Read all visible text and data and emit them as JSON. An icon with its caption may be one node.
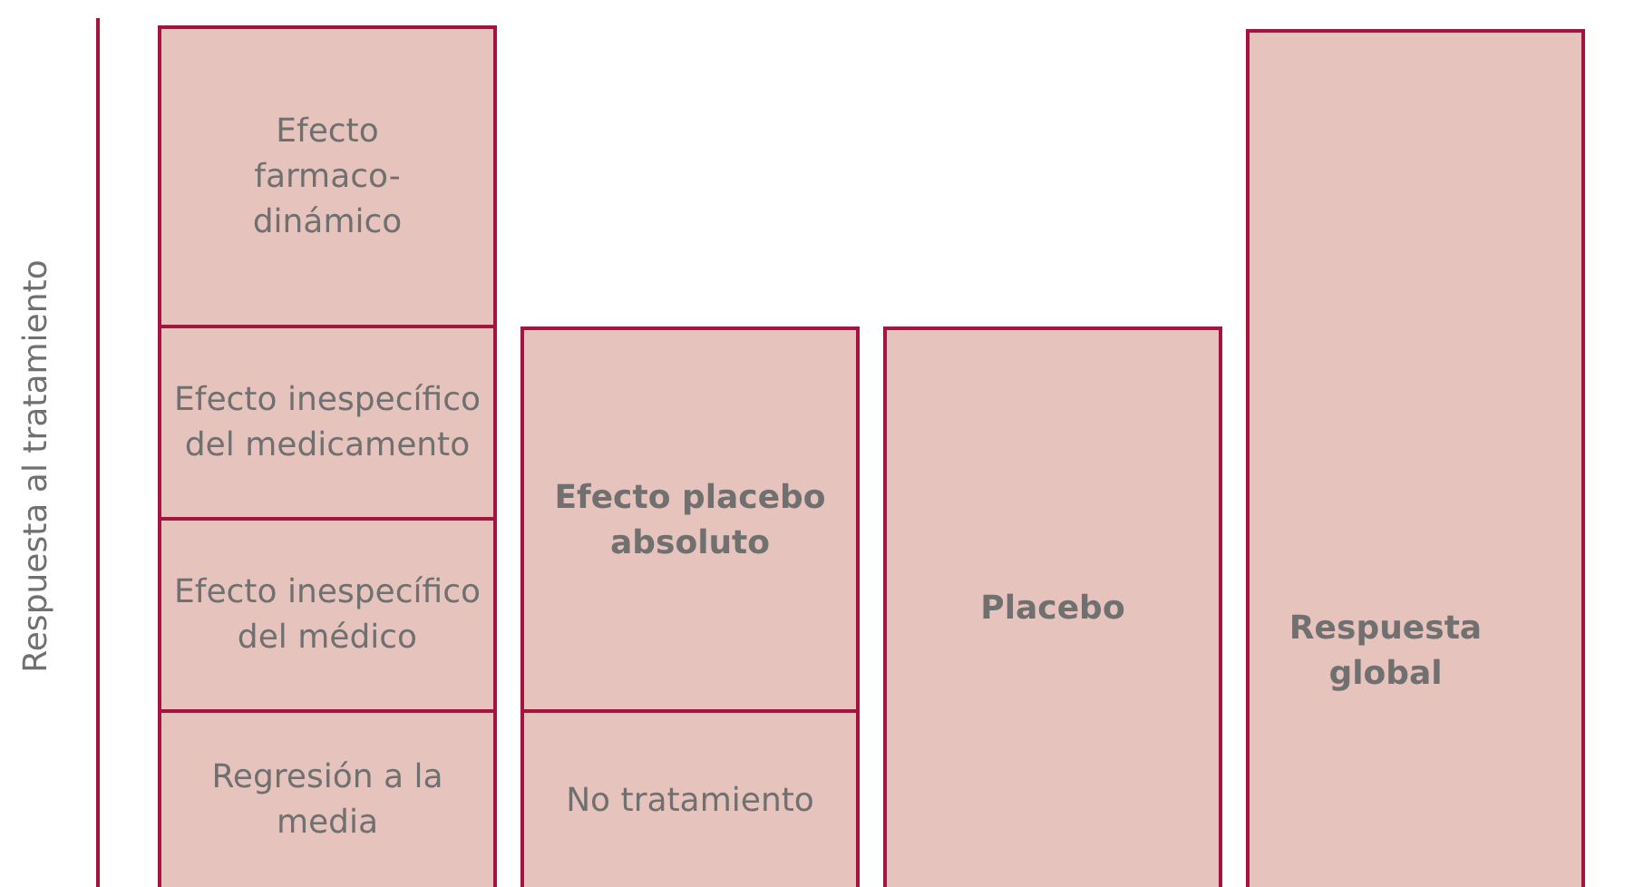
{
  "diagram": {
    "nodes": [
      {
        "text": [
          "Efecto farmaco-dinámico"
        ]
      },
      {
        "text": [
          "Efecto inespecífico del medicamento"
        ]
      },
      {
        "text": [
          "Efecto inespecífico del médico"
        ]
      },
      {
        "text": [
          "Regresión a la media"
        ]
      },
      {
        "text": [
          "Efecto placebo absoluto"
        ]
      },
      {
        "text": [
          "No tratamiento"
        ]
      },
      {
        "text": [
          "Placebo"
        ]
      },
      {
        "text": [
          "Respuesta global"
        ]
      }
    ],
    "labels": [
      "Respuesta al tratamiento"
    ]
  }
}
